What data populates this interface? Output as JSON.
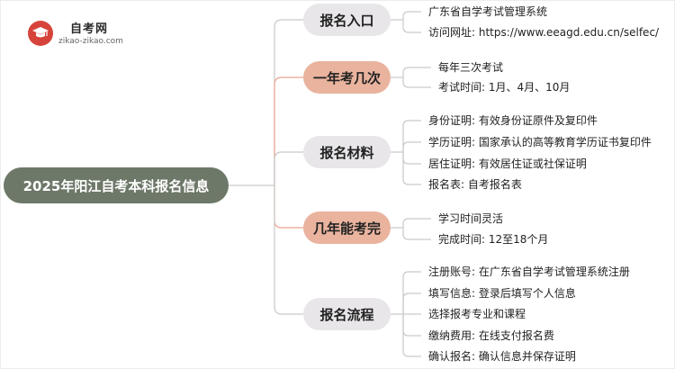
{
  "logo": {
    "title": "自考网",
    "url": "zikao-zikao.com",
    "icon": "graduation-cap-icon",
    "brand_color": "#d6433a"
  },
  "root": {
    "label": "2025年阳江自考本科报名信息",
    "color": "#6d7868"
  },
  "colors": {
    "branch_bg": "#e8e6e9",
    "branch_active_bg": "#e9b39e",
    "connector": "#c9c9c9",
    "connector_active": "#e9a58d"
  },
  "branches": [
    {
      "label": "报名入口",
      "active": false,
      "items": [
        "广东省自学考试管理系统",
        "访问网址: https://www.eeagd.edu.cn/selfec/"
      ]
    },
    {
      "label": "一年考几次",
      "active": true,
      "items": [
        "每年三次考试",
        "考试时间: 1月、4月、10月"
      ]
    },
    {
      "label": "报名材料",
      "active": false,
      "items": [
        "身份证明: 有效身份证原件及复印件",
        "学历证明: 国家承认的高等教育学历证书复印件",
        "居住证明: 有效居住证或社保证明",
        "报名表: 自考报名表"
      ]
    },
    {
      "label": "几年能考完",
      "active": true,
      "items": [
        "学习时间灵活",
        "完成时间: 12至18个月"
      ]
    },
    {
      "label": "报名流程",
      "active": false,
      "items": [
        "注册账号: 在广东省自学考试管理系统注册",
        "填写信息: 登录后填写个人信息",
        "选择报考专业和课程",
        "缴纳费用: 在线支付报名费",
        "确认报名: 确认信息并保存证明"
      ]
    }
  ]
}
